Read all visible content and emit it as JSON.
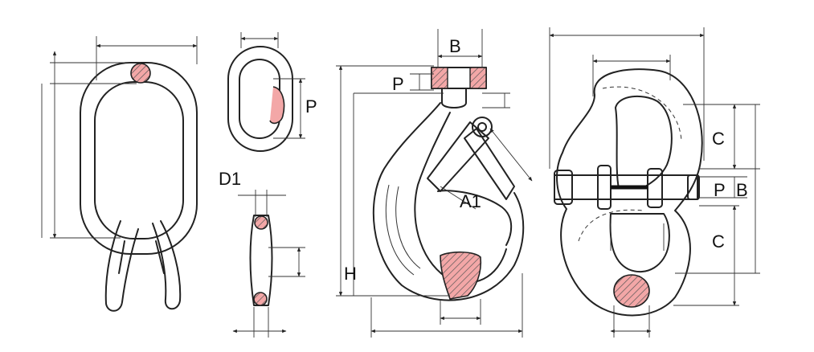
{
  "labels": {
    "link_p": "P",
    "link_d1": "D1",
    "hook_b": "B",
    "hook_p": "P",
    "hook_h": "H",
    "hook_a1": "A1",
    "conn_c_top": "C",
    "conn_p": "P",
    "conn_b": "B",
    "conn_c_bottom": "C"
  },
  "colors": {
    "line": "#222222",
    "section_fill": "#f3a7a7",
    "background": "#ffffff"
  }
}
